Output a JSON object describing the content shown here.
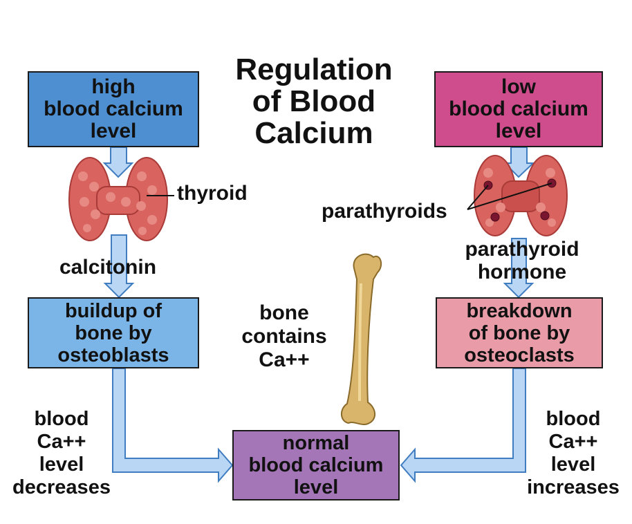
{
  "diagram": {
    "title_lines": [
      "Regulation",
      "of Blood",
      "Calcium"
    ],
    "high_box_lines": [
      "high",
      "blood calcium",
      "level"
    ],
    "low_box_lines": [
      "low",
      "blood calcium",
      "level"
    ],
    "buildup_box_lines": [
      "buildup of",
      "bone by",
      "osteoblasts"
    ],
    "breakdown_box_lines": [
      "breakdown",
      "of bone by",
      "osteoclasts"
    ],
    "normal_box_lines": [
      "normal",
      "blood calcium",
      "level"
    ],
    "thyroid_label": "thyroid",
    "parathyroids_label": "parathyroids",
    "calcitonin_label": "calcitonin",
    "pth_label_lines": [
      "parathyroid",
      "hormone"
    ],
    "bone_label_lines": [
      "bone",
      "contains",
      "Ca++"
    ],
    "decreases_label_lines": [
      "blood",
      "Ca++",
      "level",
      "decreases"
    ],
    "increases_label_lines": [
      "blood",
      "Ca++",
      "level",
      "increases"
    ],
    "colors": {
      "high_box": "#4d8fd0",
      "low_box": "#cf4c8d",
      "buildup_box": "#7bb5e8",
      "breakdown_box": "#e99ca8",
      "normal_box": "#a476b7",
      "arrow_fill": "#b9d6f5",
      "arrow_stroke": "#3f7cc0",
      "gland": "#d9645f",
      "bone": "#d9b56b"
    }
  }
}
